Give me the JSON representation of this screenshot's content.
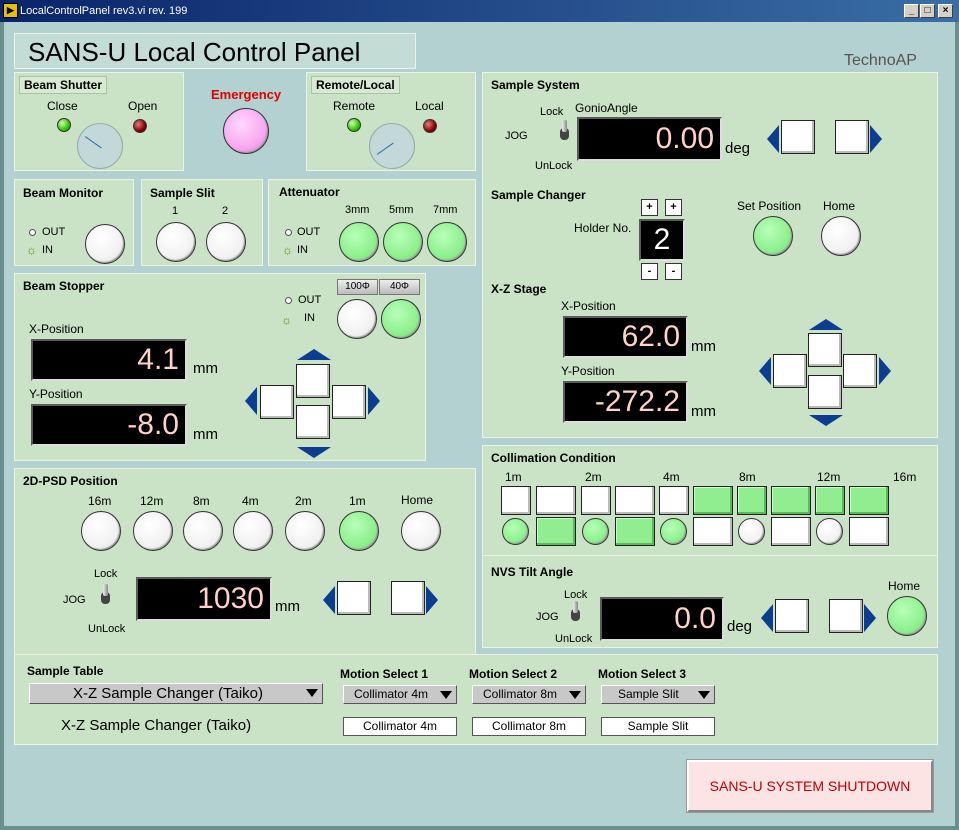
{
  "window": {
    "title": "LocalControlPanel rev3.vi rev. 199",
    "min": "_",
    "max": "□",
    "close": "×",
    "app_icon": "vi-icon"
  },
  "header": {
    "title": "SANS-U Local Control Panel",
    "brand": "TechnoAP"
  },
  "beam_shutter": {
    "title": "Beam Shutter",
    "close": "Close",
    "open": "Open"
  },
  "emergency": {
    "label": "Emergency",
    "color": "#e00000"
  },
  "remote_local": {
    "title": "Remote/Local",
    "remote": "Remote",
    "local": "Local"
  },
  "beam_monitor": {
    "title": "Beam Monitor",
    "out": "OUT",
    "in": "IN"
  },
  "sample_slit": {
    "title": "Sample Slit",
    "s1": "1",
    "s2": "2"
  },
  "attenuator": {
    "title": "Attenuator",
    "out": "OUT",
    "in": "IN",
    "a1": "3mm",
    "a2": "5mm",
    "a3": "7mm"
  },
  "beam_stopper": {
    "title": "Beam Stopper",
    "out": "OUT",
    "in": "IN",
    "tab1": "100Φ",
    "tab2": "40Φ",
    "xlabel": "X-Position",
    "x": "4.1",
    "ylabel": "Y-Position",
    "y": "-8.0",
    "unit": "mm"
  },
  "psd": {
    "title": "2D-PSD Position",
    "positions": [
      "16m",
      "12m",
      "8m",
      "4m",
      "2m",
      "1m"
    ],
    "home": "Home",
    "lock": "Lock",
    "jog": "JOG",
    "unlock": "UnLock",
    "value": "1030",
    "unit": "mm"
  },
  "sample_system": {
    "title": "Sample System",
    "lock": "Lock",
    "jog": "JOG",
    "unlock": "UnLock",
    "gonio_label": "GonioAngle",
    "gonio": "0.00",
    "unit": "deg"
  },
  "sample_changer": {
    "title": "Sample Changer",
    "holder_label": "Holder No.",
    "holder": "2",
    "plus": "+",
    "minus": "-",
    "set_position": "Set Position",
    "home": "Home"
  },
  "xz_stage": {
    "title": "X-Z Stage",
    "xlabel": "X-Position",
    "x": "62.0",
    "ylabel": "Y-Position",
    "y": "-272.2",
    "unit": "mm"
  },
  "collimation": {
    "title": "Collimation Condition",
    "labels": [
      "1m",
      "2m",
      "4m",
      "8m",
      "12m",
      "16m"
    ]
  },
  "nvs": {
    "title": "NVS Tilt Angle",
    "lock": "Lock",
    "jog": "JOG",
    "unlock": "UnLock",
    "value": "0.0",
    "unit": "deg",
    "home": "Home"
  },
  "sample_table": {
    "title": "Sample Table",
    "selected": "X-Z Sample Changer (Taiko)",
    "display": "X-Z Sample Changer (Taiko)"
  },
  "motion": [
    {
      "title": "Motion Select 1",
      "selected": "Collimator 4m",
      "display": "Collimator 4m"
    },
    {
      "title": "Motion Select 2",
      "selected": "Collimator 8m",
      "display": "Collimator 8m"
    },
    {
      "title": "Motion Select 3",
      "selected": "Sample Slit",
      "display": "Sample Slit"
    }
  ],
  "shutdown": {
    "label": "SANS-U SYSTEM SHUTDOWN",
    "color": "#c00000"
  }
}
